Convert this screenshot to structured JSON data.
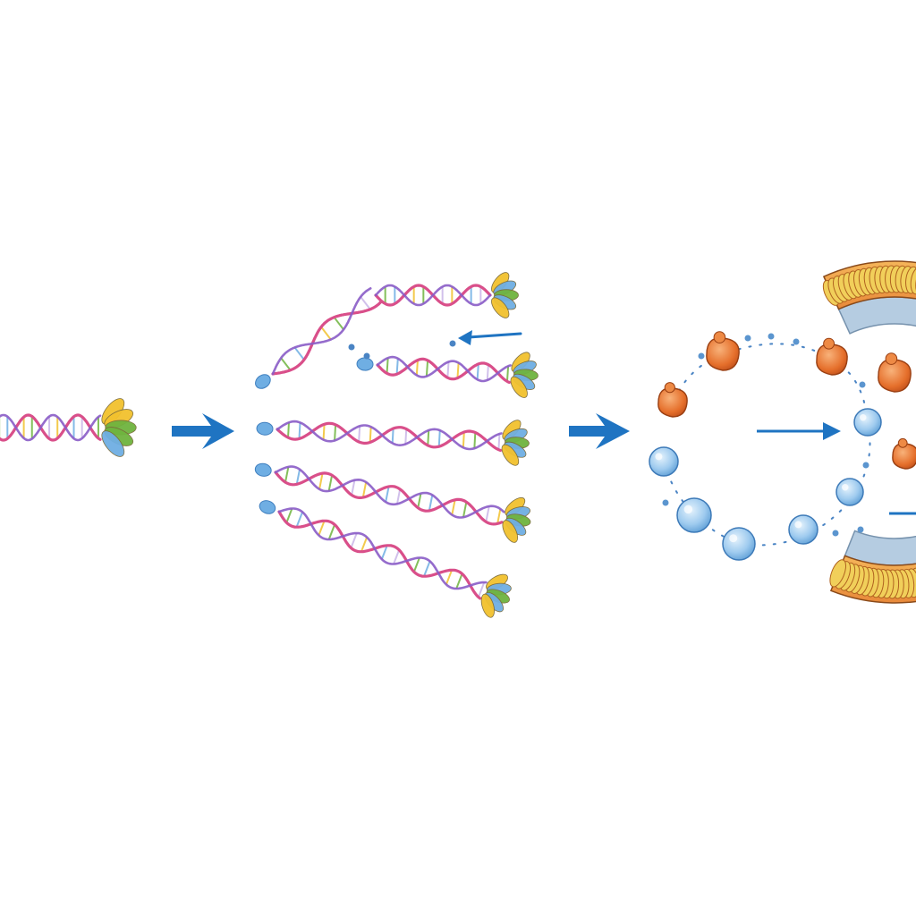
{
  "diagram": {
    "stages": [
      {
        "id": "single-dna",
        "kind": "dna-helix",
        "count": 1
      },
      {
        "id": "replicated-dna",
        "kind": "dna-helix",
        "count": 5
      },
      {
        "id": "membrane-transport",
        "kind": "membrane-with-proteins-and-vesicles"
      }
    ],
    "colors": {
      "strand_a": "#d94f8a",
      "strand_b": "#8a5cc7",
      "rung_yellow": "#f2c12e",
      "rung_green": "#6fb43f",
      "rung_blue": "#6faee3",
      "arrow": "#1f74c2",
      "protein": "#e9742f",
      "vesicle": "#8fc3ec",
      "membrane_band": "#f3a64a",
      "membrane_core": "#f1cf5a",
      "membrane_shadow": "#a9c4dc"
    },
    "icons": [
      "dna-helix-icon",
      "arrow-right-icon",
      "arrow-left-icon",
      "protein-icon",
      "vesicle-icon",
      "membrane-icon"
    ]
  }
}
